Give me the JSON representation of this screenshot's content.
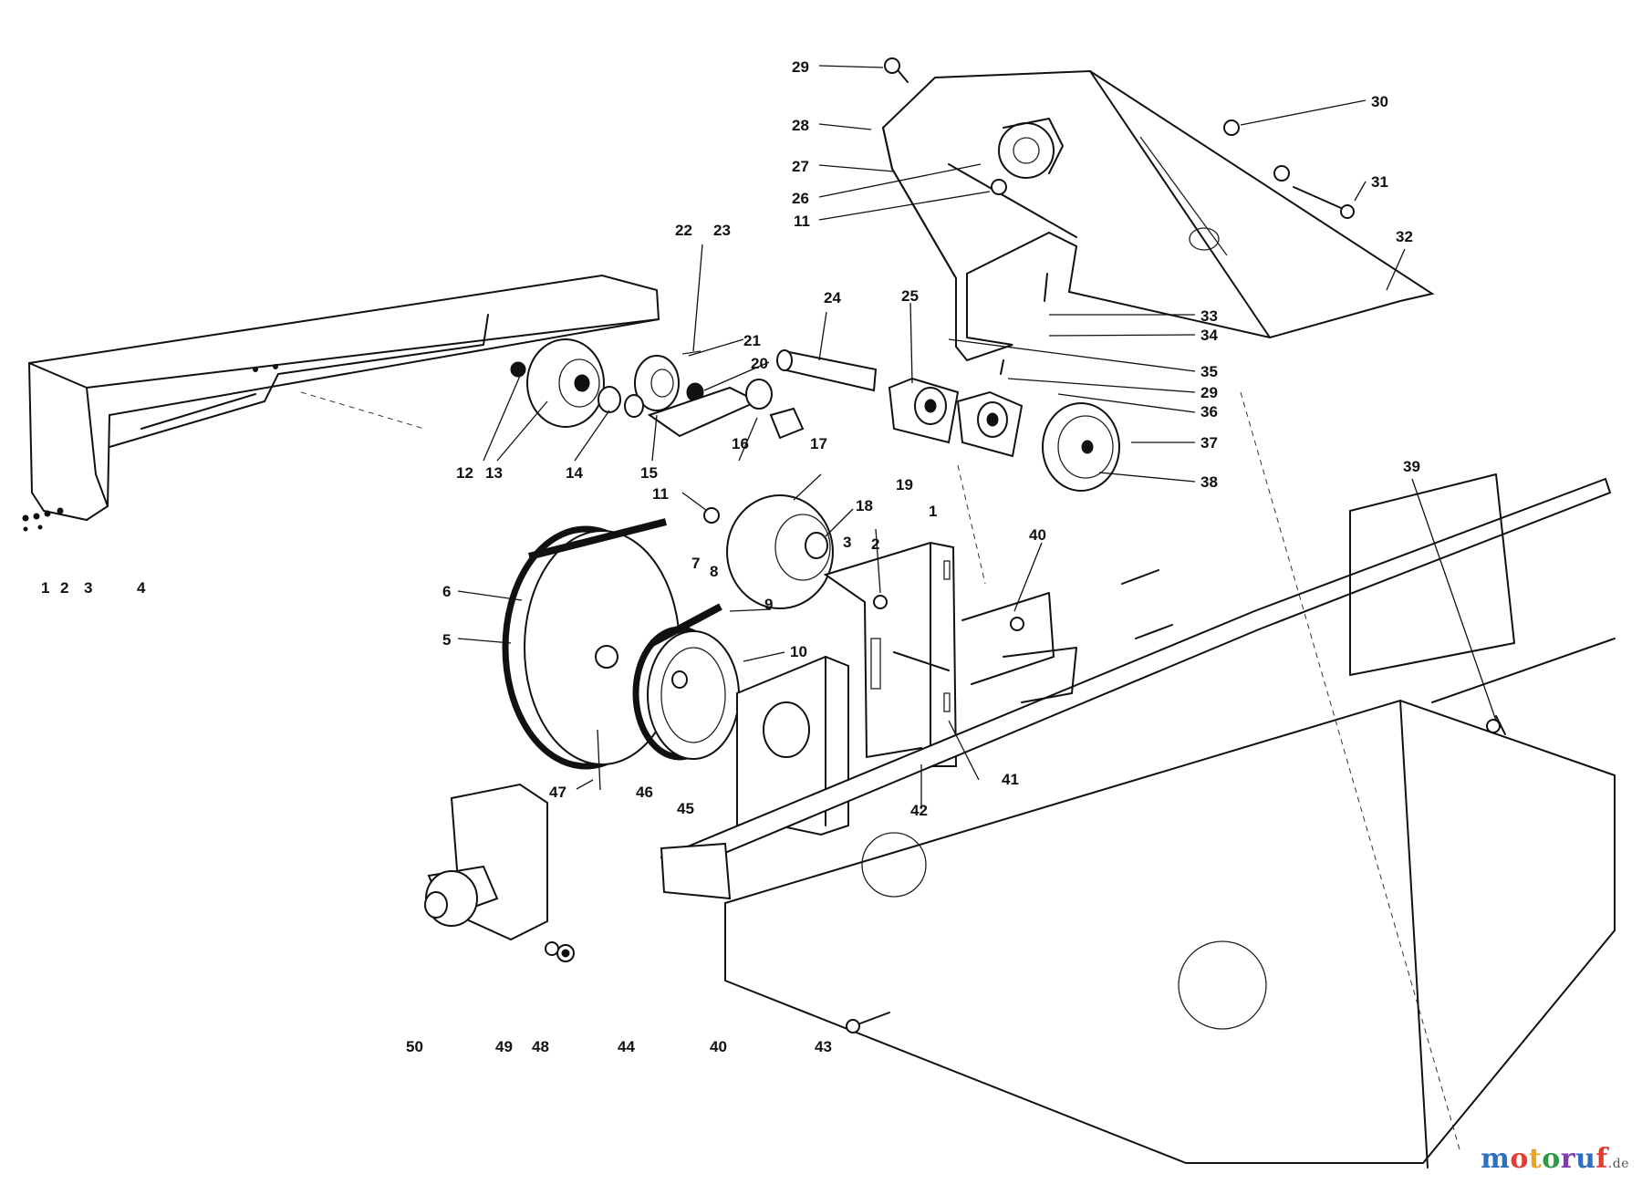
{
  "diagram": {
    "callouts": [
      {
        "id": "c29a",
        "label": "29"
      },
      {
        "id": "c30",
        "label": "30"
      },
      {
        "id": "c28",
        "label": "28"
      },
      {
        "id": "c27",
        "label": "27"
      },
      {
        "id": "c26",
        "label": "26"
      },
      {
        "id": "c11a",
        "label": "11"
      },
      {
        "id": "c31",
        "label": "31"
      },
      {
        "id": "c32",
        "label": "32"
      },
      {
        "id": "c22",
        "label": "22"
      },
      {
        "id": "c23",
        "label": "23"
      },
      {
        "id": "c24",
        "label": "24"
      },
      {
        "id": "c25",
        "label": "25"
      },
      {
        "id": "c21",
        "label": "21"
      },
      {
        "id": "c20",
        "label": "20"
      },
      {
        "id": "c33",
        "label": "33"
      },
      {
        "id": "c34",
        "label": "34"
      },
      {
        "id": "c35",
        "label": "35"
      },
      {
        "id": "c29b",
        "label": "29"
      },
      {
        "id": "c36",
        "label": "36"
      },
      {
        "id": "c37",
        "label": "37"
      },
      {
        "id": "c38",
        "label": "38"
      },
      {
        "id": "c12",
        "label": "12"
      },
      {
        "id": "c13",
        "label": "13"
      },
      {
        "id": "c14",
        "label": "14"
      },
      {
        "id": "c15",
        "label": "15"
      },
      {
        "id": "c16",
        "label": "16"
      },
      {
        "id": "c17",
        "label": "17"
      },
      {
        "id": "c19",
        "label": "19"
      },
      {
        "id": "c11b",
        "label": "11"
      },
      {
        "id": "c18",
        "label": "18"
      },
      {
        "id": "c1b",
        "label": "1"
      },
      {
        "id": "c3b",
        "label": "3"
      },
      {
        "id": "c2b",
        "label": "2"
      },
      {
        "id": "c39",
        "label": "39"
      },
      {
        "id": "c40a",
        "label": "40"
      },
      {
        "id": "c1",
        "label": "1"
      },
      {
        "id": "c2",
        "label": "2"
      },
      {
        "id": "c3",
        "label": "3"
      },
      {
        "id": "c4",
        "label": "4"
      },
      {
        "id": "c7",
        "label": "7"
      },
      {
        "id": "c8",
        "label": "8"
      },
      {
        "id": "c6",
        "label": "6"
      },
      {
        "id": "c9",
        "label": "9"
      },
      {
        "id": "c5",
        "label": "5"
      },
      {
        "id": "c10",
        "label": "10"
      },
      {
        "id": "c41",
        "label": "41"
      },
      {
        "id": "c47",
        "label": "47"
      },
      {
        "id": "c46",
        "label": "46"
      },
      {
        "id": "c45",
        "label": "45"
      },
      {
        "id": "c42",
        "label": "42"
      },
      {
        "id": "c50",
        "label": "50"
      },
      {
        "id": "c49",
        "label": "49"
      },
      {
        "id": "c48",
        "label": "48"
      },
      {
        "id": "c44",
        "label": "44"
      },
      {
        "id": "c40b",
        "label": "40"
      },
      {
        "id": "c43",
        "label": "43"
      }
    ]
  },
  "watermark": {
    "brand": "motoruf",
    "tld": ".de"
  }
}
